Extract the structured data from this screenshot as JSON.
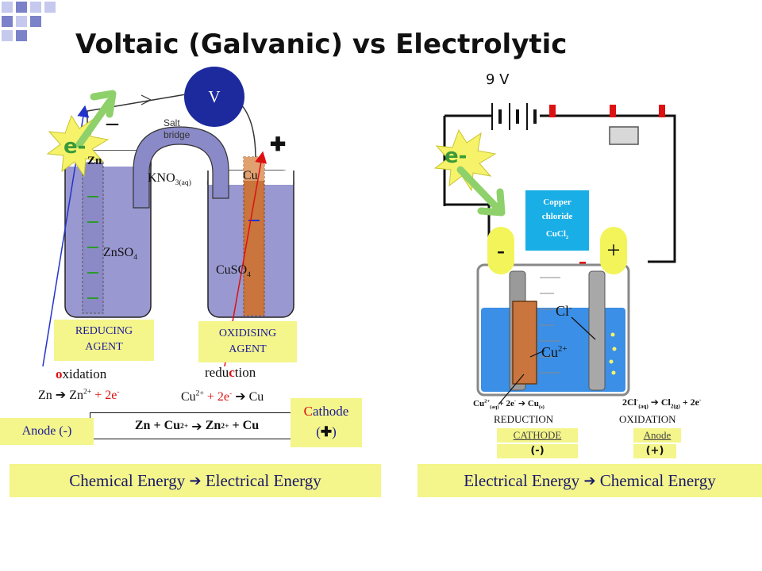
{
  "title": "Voltaic (Galvanic) vs Electrolytic",
  "voltaic": {
    "voltmeter": "V",
    "salt_bridge_line1": "Salt",
    "salt_bridge_line2": "bridge",
    "minus_sign": "–",
    "plus_sign": "✚",
    "electron_burst": "e-",
    "zn_label": "Zn",
    "cu_label": "Cu",
    "kno3_main": "KNO",
    "kno3_sub": "3(aq)",
    "znso4_main": "ZnSO",
    "znso4_sub": "4",
    "cuso4_main": "CuSO",
    "cuso4_sub": "4",
    "reducing_line1": "REDUCING",
    "reducing_line2": "AGENT",
    "oxidising_line1": "OXIDISING",
    "oxidising_line2": "AGENT",
    "oxidation_o": "o",
    "oxidation_rest": "xidation",
    "reduction_a": "redu",
    "reduction_c": "c",
    "reduction_b": "tion",
    "zn_half_a": "Zn",
    "zn_half_b": "Zn",
    "zn_half_charge": "2+",
    "zn_half_electrons": "+ 2e",
    "zn_half_e_charge": "-",
    "cu_half_a": "Cu",
    "cu_half_charge": "2+",
    "cu_half_electrons": "+ 2e",
    "cu_half_e_charge": "-",
    "cu_half_b": "Cu",
    "overall_a": "Zn + Cu",
    "overall_charge1": "2+",
    "overall_b": "Zn",
    "overall_charge2": "2+",
    "overall_c": "+ Cu",
    "anode_label": "Anode (-)",
    "cathode_c": "C",
    "cathode_rest": "athode",
    "cathode_open": "(",
    "cathode_plus": "✚",
    "cathode_close": ")",
    "banner_left": "Chemical Energy",
    "banner_right": "Electrical Energy"
  },
  "electrolytic": {
    "battery_label": "9 V",
    "electron_burst": "e-",
    "copper_chloride_line1": "Copper",
    "copper_chloride_line2": "chloride",
    "cucl2_main": "CuCl",
    "cucl2_sub": "2",
    "minus_electrode": "-",
    "plus_electrode": "+",
    "cl_ion": "Cl",
    "cl_charge": "-",
    "cu_ion": "Cu",
    "cu_charge": "2+",
    "cathode_eq_a": "Cu",
    "cathode_eq_charge": "2+",
    "cathode_eq_sub1": "(aq)",
    "cathode_eq_b": "+ 2e",
    "cathode_eq_e": "-",
    "cathode_eq_c": "Cu",
    "cathode_eq_sub2": "(s)",
    "anode_eq_a": "2Cl",
    "anode_eq_charge": "-",
    "anode_eq_sub1": "(aq)",
    "anode_eq_b": "Cl",
    "anode_eq_sub2": "2(g)",
    "anode_eq_c": "+ 2e",
    "anode_eq_e": "-",
    "reduction_label": "REDUCTION",
    "oxidation_label": "OXIDATION",
    "cathode_label": "CATHODE",
    "anode_label": "Anode",
    "minus_label": "(-)",
    "plus_label": "(+)",
    "banner_left": "Electrical Energy",
    "banner_right": "Chemical Energy"
  },
  "colors": {
    "banner": "#f4f58a",
    "burst": "#f6f36a",
    "arrow_green": "#8ed16a",
    "electrolyte_blue": "#3b8fe6",
    "beaker_fill": "#9a98d0",
    "copper": "#d0763c",
    "cucl2_box": "#19aee6"
  }
}
